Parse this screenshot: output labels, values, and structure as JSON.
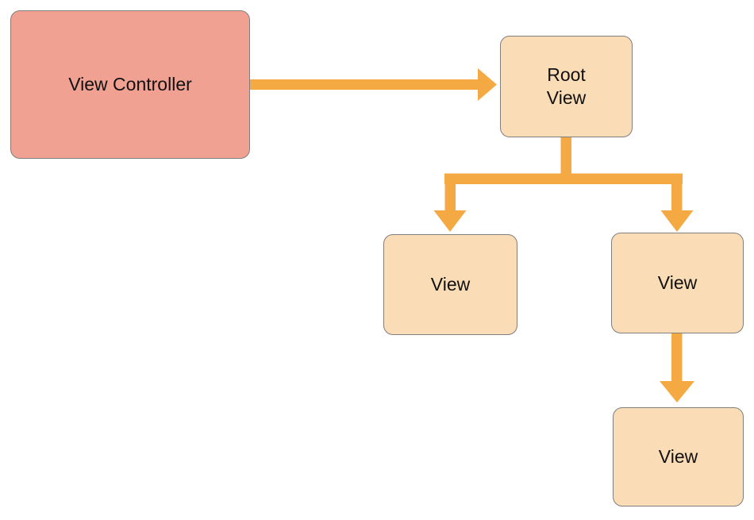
{
  "diagram": {
    "type": "flow-hierarchy",
    "description": "View controller and view hierarchy diagram",
    "nodes": {
      "view_controller": {
        "label": "View Controller"
      },
      "root_view": {
        "label": "Root\nView"
      },
      "left_view": {
        "label": "View"
      },
      "right_view": {
        "label": "View"
      },
      "bottom_view": {
        "label": "View"
      }
    },
    "edges": [
      {
        "from": "view_controller",
        "to": "root_view"
      },
      {
        "from": "root_view",
        "to": "left_view"
      },
      {
        "from": "root_view",
        "to": "right_view"
      },
      {
        "from": "right_view",
        "to": "bottom_view"
      }
    ],
    "colors": {
      "controller_fill": "#F0A192",
      "view_fill": "#FADCB6",
      "arrow": "#F5A942",
      "node_border": "#7F7F7F",
      "text": "#111111",
      "background": "#FFFFFF"
    }
  }
}
